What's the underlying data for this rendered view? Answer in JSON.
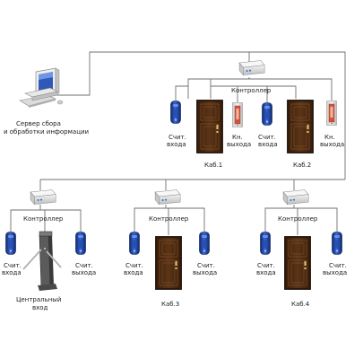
{
  "server": {
    "label_line1": "Сервер сбора",
    "label_line2": "и обработки информации"
  },
  "controllers": {
    "top": "Контроллер",
    "left": "Контроллер",
    "middle": "Контроллер",
    "right": "Контроллер"
  },
  "top_group": {
    "reader1": {
      "line1": "Счит.",
      "line2": "входа"
    },
    "exit_btn1": {
      "line1": "Кн.",
      "line2": "выхода"
    },
    "reader2": {
      "line1": "Счит.",
      "line2": "входа"
    },
    "exit_btn2": {
      "line1": "Кн.",
      "line2": "выхода"
    },
    "door1_label": "Каб.1",
    "door2_label": "Каб.2"
  },
  "left_group": {
    "reader_in": {
      "line1": "Счит.",
      "line2": "входа"
    },
    "reader_out": {
      "line1": "Счит.",
      "line2": "выхода"
    },
    "turnstile_line1": "Центральный",
    "turnstile_line2": "вход"
  },
  "middle_group": {
    "reader_in": {
      "line1": "Счит.",
      "line2": "входа"
    },
    "reader_out": {
      "line1": "Счит.",
      "line2": "выхода"
    },
    "door_label": "Каб.3"
  },
  "right_group": {
    "reader_in": {
      "line1": "Счит.",
      "line2": "входа"
    },
    "reader_out": {
      "line1": "Счит.",
      "line2": "выхода"
    },
    "door_label": "Каб.4"
  },
  "colors": {
    "reader_blue": "#1b3f9c",
    "door_brown": "#4a2a12",
    "exit_button_red": "#c8402a",
    "wire": "#6f6f6f"
  }
}
